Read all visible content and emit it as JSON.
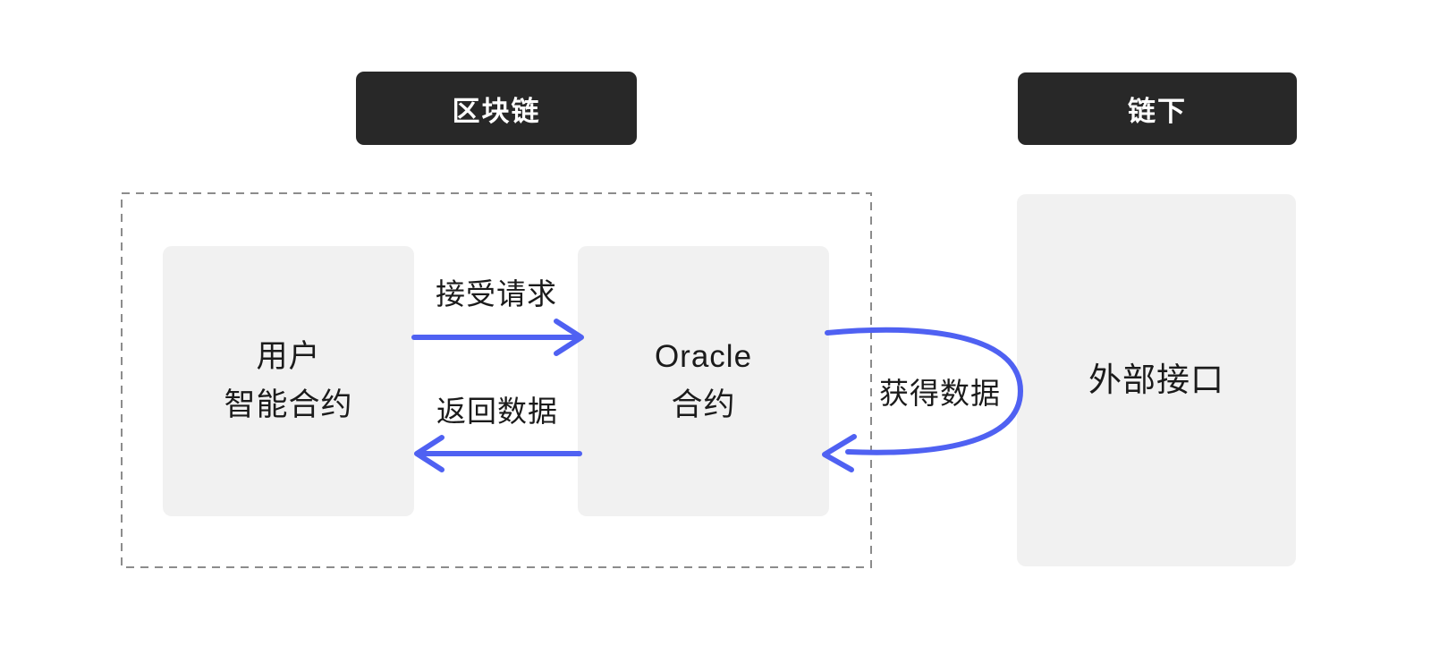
{
  "diagram": {
    "title_semantic": "blockchain-oracle-architecture",
    "zones": {
      "blockchain": {
        "label": "区块链"
      },
      "offchain": {
        "label": "链下"
      }
    },
    "nodes": {
      "user_contract": {
        "line1": "用户",
        "line2": "智能合约"
      },
      "oracle_contract": {
        "line1": "Oracle",
        "line2": "合约"
      },
      "external_interface": {
        "label": "外部接口"
      }
    },
    "edges": {
      "accept_request": {
        "label": "接受请求",
        "from": "用户 智能合约",
        "to": "Oracle 合约",
        "direction": "right"
      },
      "return_data": {
        "label": "返回数据",
        "from": "Oracle 合约",
        "to": "用户 智能合约",
        "direction": "left"
      },
      "fetch_data": {
        "label": "获得数据",
        "from": "Oracle 合约",
        "to": "外部接口",
        "direction": "curved-round-trip"
      }
    },
    "colors": {
      "arrow_blue": "#4f61f2",
      "node_fill": "#f1f1f1",
      "header_fill": "#282828",
      "header_text": "#ffffff",
      "text_dark": "#1b1b1b",
      "dashed_border": "#8c8c8c",
      "canvas_bg": "#ffffff"
    }
  }
}
